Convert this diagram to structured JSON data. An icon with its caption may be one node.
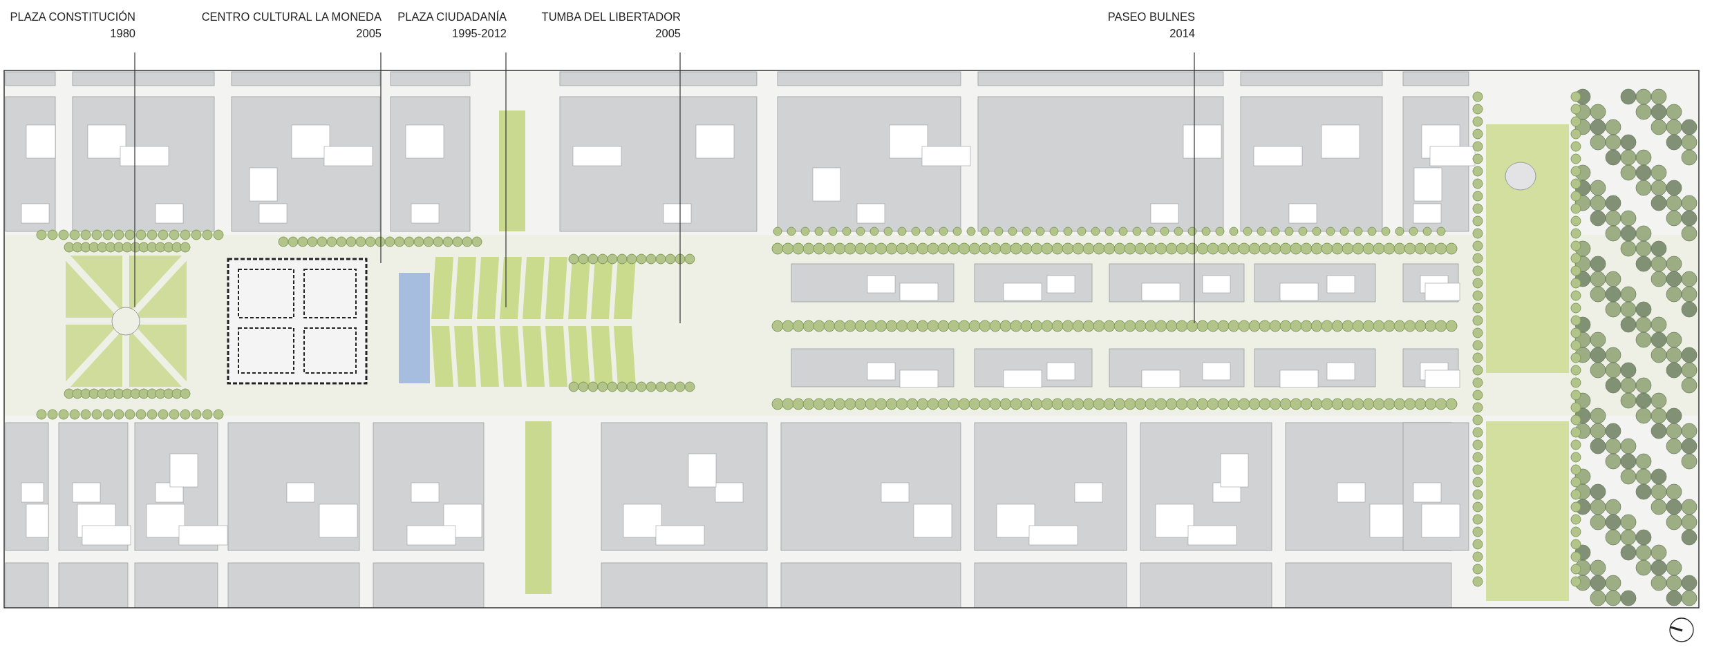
{
  "diagram": {
    "nodes": [
      {
        "text": [
          "PLAZA CONSTITUCIÓN",
          "1980"
        ]
      },
      {
        "text": [
          "CENTRO CULTURAL LA MONEDA",
          "2005"
        ]
      },
      {
        "text": [
          "PLAZA CIUDADANÍA",
          "1995-2012"
        ]
      },
      {
        "text": [
          "TUMBA DEL LIBERTADOR",
          "2005"
        ]
      },
      {
        "text": [
          "PASEO BULNES",
          "2014"
        ]
      }
    ],
    "edges": [
      {
        "from": 0,
        "to": null,
        "arrow": "none"
      },
      {
        "from": 1,
        "to": null,
        "arrow": "none"
      },
      {
        "from": 2,
        "to": null,
        "arrow": "none"
      },
      {
        "from": 3,
        "to": null,
        "arrow": "none"
      },
      {
        "from": 4,
        "to": null,
        "arrow": "none"
      }
    ]
  }
}
